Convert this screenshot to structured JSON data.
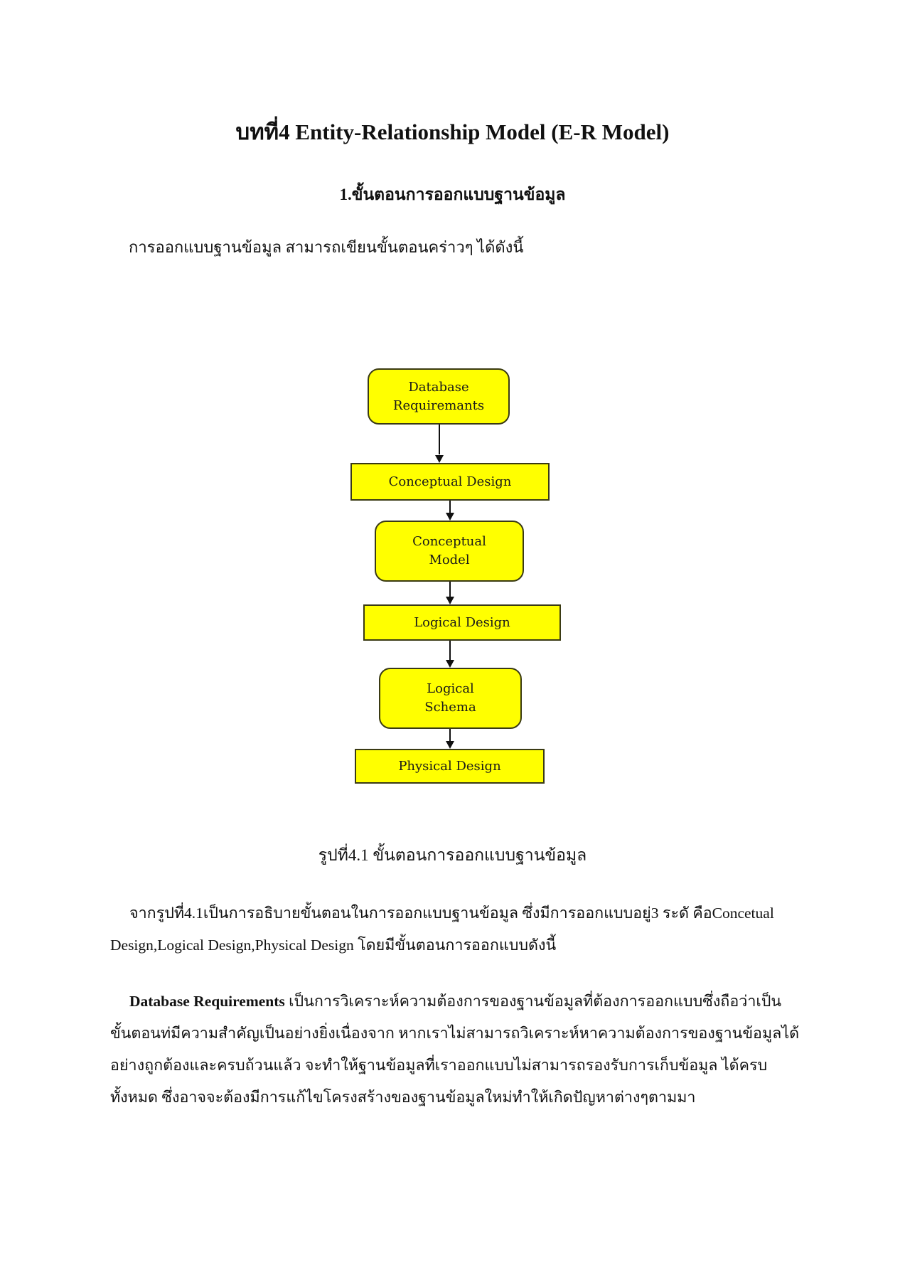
{
  "document": {
    "title": "บทที่4 Entity-Relationship Model (E-R Model)",
    "section_heading": "1.ขั้นตอนการออกแบบฐานข้อมูล",
    "intro": "การออกแบบฐานข้อมูล สามารถเขียนขั้นตอนคร่าวๆ ได้ดังนี้",
    "figure": {
      "caption": "รูปที่4.1 ขั้นตอนการออกแบบฐานข้อมูล",
      "colors": {
        "box_fill": "#ffff00",
        "box_border": "#3a3a14",
        "arrow": "#111111"
      },
      "steps": [
        {
          "shape": "rounded",
          "line1": "Database",
          "line2": "Requiremants"
        },
        {
          "shape": "rect",
          "line1": "Conceptual Design",
          "line2": ""
        },
        {
          "shape": "rounded",
          "line1": "Conceptual",
          "line2": "Model"
        },
        {
          "shape": "rect",
          "line1": "Logical Design",
          "line2": ""
        },
        {
          "shape": "rounded",
          "line1": "Logical",
          "line2": "Schema"
        },
        {
          "shape": "rect",
          "line1": "Physical Design",
          "line2": ""
        }
      ]
    },
    "paragraph1": {
      "line1": "จากรูปที่4.1เป็นการอธิบายขั้นตอนในการออกแบบฐานข้อมูล ซึ่งมีการออกแบบอยู่3 ระดั คือConcetual",
      "line2": "Design,Logical Design,Physical Design โดยมีขั้นตอนการออกแบบดังนี้"
    },
    "paragraph2": {
      "term": "Database Requirements",
      "line1_rest": " เป็นการวิเคราะห์ความต้องการของฐานข้อมูลที่ต้องการออกแบบซึ่งถือว่าเป็น",
      "line2": "ขั้นตอนท่มีความสำคัญเป็นอย่างยิ่งเนื่องจาก หากเราไม่สามารถวิเคราะห์หาความต้องการของฐานข้อมูลได้",
      "line3": "อย่างถูกต้องและครบถ้วนแล้ว จะทำให้ฐานข้อมูลที่เราออกแบบไม่สามารถรองรับการเก็บข้อมูล ได้ครบ",
      "line4": "ทั้งหมด ซึ่งอาจจะต้องมีการแก้ไขโครงสร้างของฐานข้อมูลใหม่ทำให้เกิดปัญหาต่างๆตามมา"
    }
  }
}
